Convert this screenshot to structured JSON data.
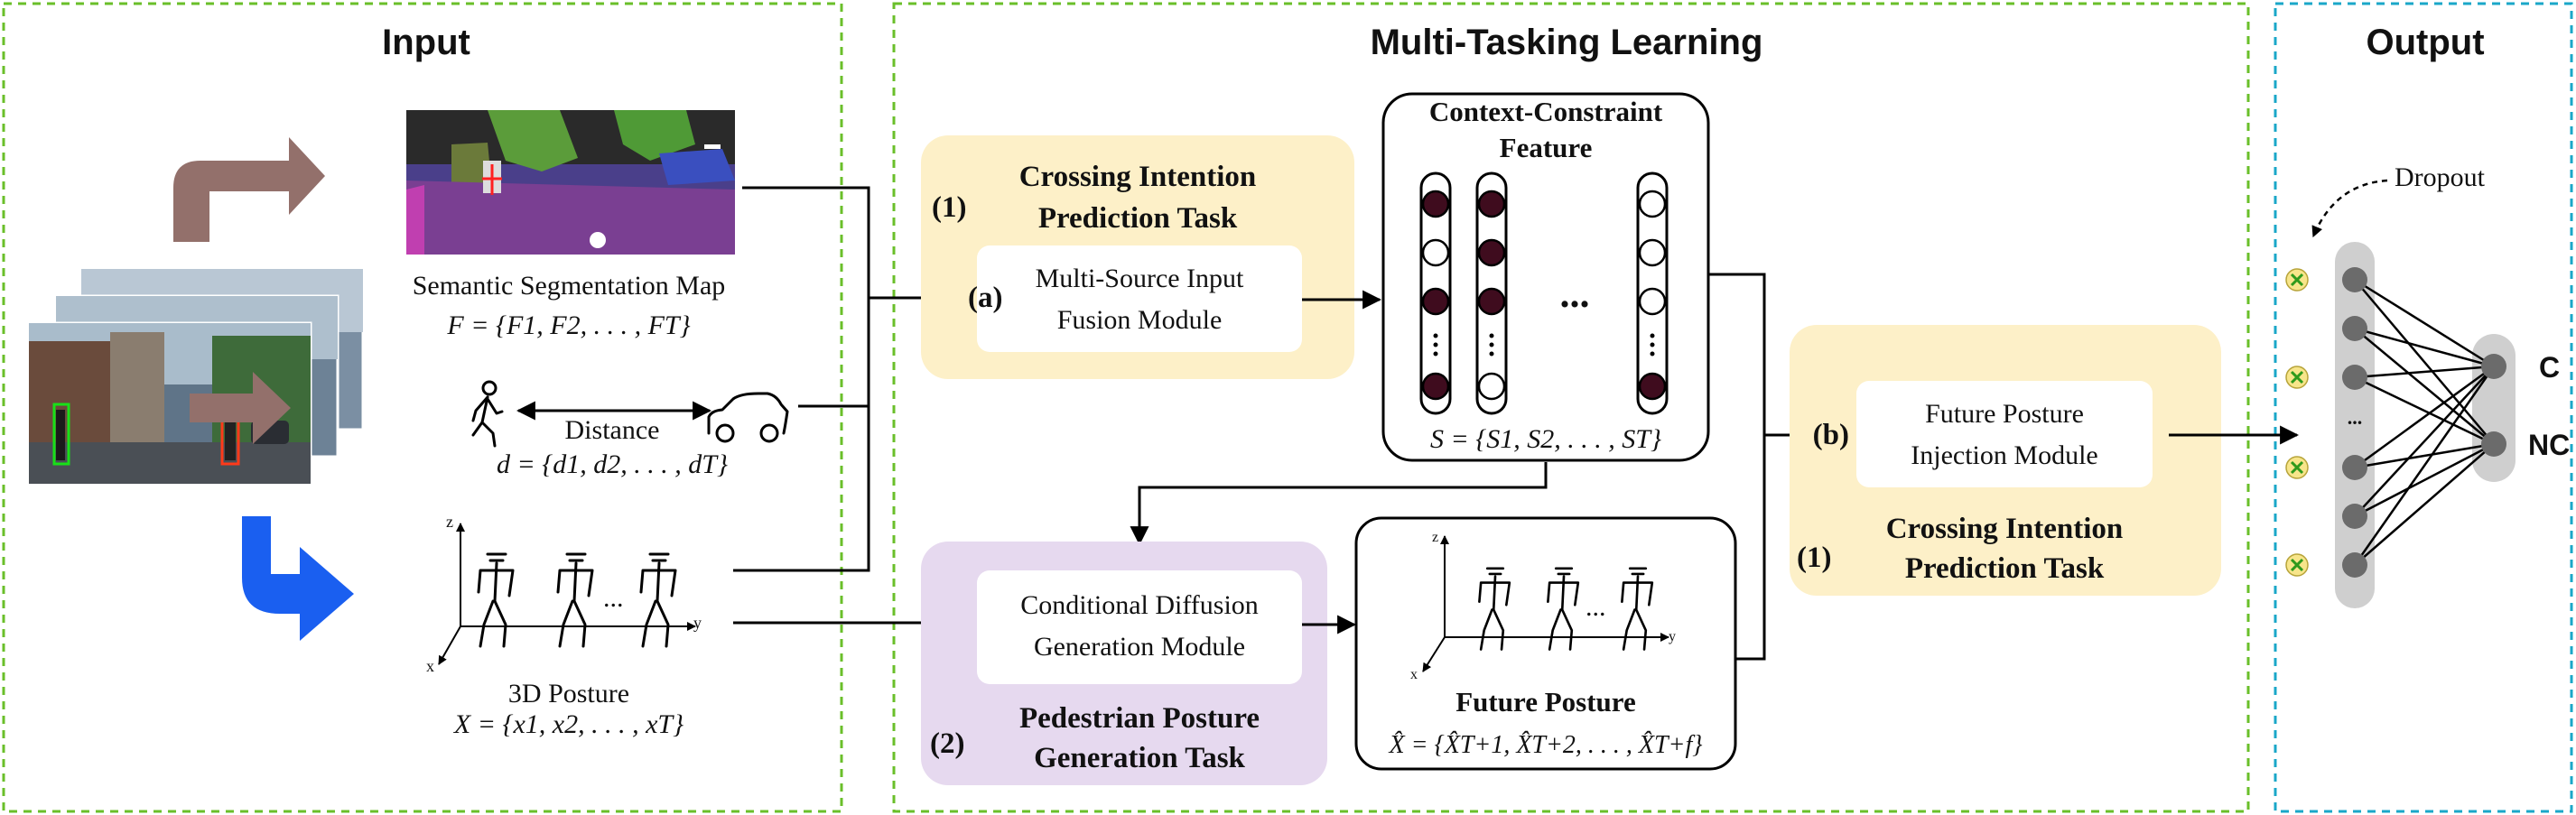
{
  "sections": {
    "input": "Input",
    "mtl": "Multi-Tasking Learning",
    "output": "Output"
  },
  "input": {
    "seg_label": "Semantic Segmentation Map",
    "seg_formula": "F = {F1, F2, . . . , FT}",
    "distance_label": "Distance",
    "distance_formula": "d = {d1, d2, . . . , dT}",
    "posture_label": "3D Posture",
    "posture_formula": "X = {x1, x2, . . . , xT}",
    "axis_z": "z",
    "axis_y": "y",
    "axis_x": "x"
  },
  "task1": {
    "number": "(1)",
    "title_line1": "Crossing Intention",
    "title_line2": "Prediction Task",
    "module_letter": "(a)",
    "module_line1": "Multi-Source Input",
    "module_line2": "Fusion Module"
  },
  "context": {
    "title_line1": "Context-Constraint",
    "title_line2": "Feature",
    "ellipsis": "...",
    "formula": "S = {S1, S2, . . . , ST}"
  },
  "task2": {
    "number": "(2)",
    "title_line1": "Pedestrian Posture",
    "title_line2": "Generation Task",
    "module_line1": "Conditional Diffusion",
    "module_line2": "Generation Module"
  },
  "future": {
    "title": "Future Posture",
    "formula": "X̂ = {X̂T+1, X̂T+2, . . . , X̂T+f}",
    "ellipsis": "...",
    "axis_z": "z",
    "axis_y": "y",
    "axis_x": "x"
  },
  "task1b": {
    "number": "(1)",
    "title_line1": "Crossing Intention",
    "title_line2": "Prediction Task",
    "module_letter": "(b)",
    "module_line1": "Future Posture",
    "module_line2": "Injection Module"
  },
  "output": {
    "dropout_label": "Dropout",
    "class_c": "C",
    "class_nc": "NC",
    "ellipsis": "..."
  },
  "colors": {
    "green_dash": "#6abf2a",
    "cyan_dash": "#1aa7c8",
    "task1_bg": "#fdf0c8",
    "task2_bg": "#e6d9ef",
    "arrow_brown": "#93706b",
    "arrow_blue": "#1a5ff0",
    "feature_dark": "#3f0c1e",
    "node_grey": "#6b6b6b",
    "layer_grey": "#cfcfcf"
  }
}
